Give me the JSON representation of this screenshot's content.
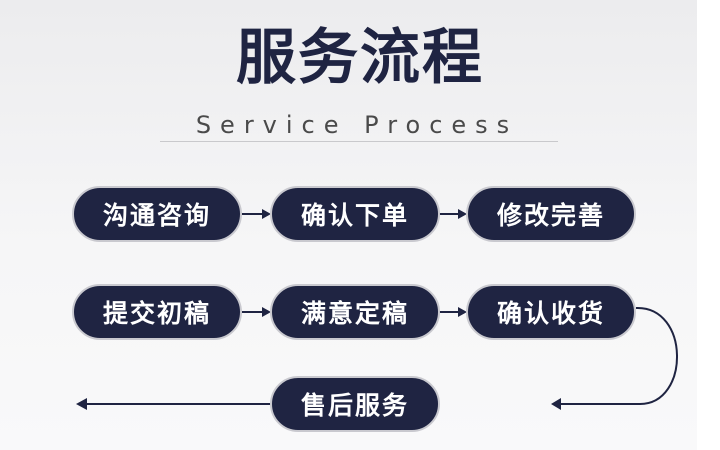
{
  "title": "服务流程",
  "subtitle": "Service Process",
  "steps": [
    {
      "label": "沟通咨询"
    },
    {
      "label": "确认下单"
    },
    {
      "label": "修改完善"
    },
    {
      "label": "提交初稿"
    },
    {
      "label": "满意定稿"
    },
    {
      "label": "确认收货"
    },
    {
      "label": "售后服务"
    }
  ],
  "colors": {
    "pill": "#1f2442",
    "title": "#1f2442",
    "connector": "#1f2442"
  }
}
